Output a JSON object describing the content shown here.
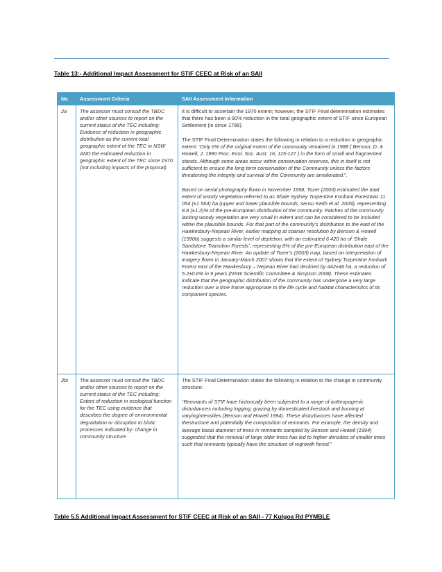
{
  "table13_title": "Table 13:- Additional Impact Assessment for STIF CEEC at Risk of an SAII",
  "columns": {
    "no": "No",
    "criteria": "Assessment Criteria",
    "info": "SAII Assessment Information"
  },
  "rows": [
    {
      "no": "2a",
      "criteria": "The assessor must consult the TBDC and/or other sources to report on the current status of the TEC including: Evidence of reduction in geographic distribution as the current total geographic extent of the TEC in NSW AND the estimated reduction in geographic extent of the TEC since 1970 (not including impacts of the proposal)",
      "p1": "It is difficult to ascertain the 1970 extent; however, the STIF Final determination estimates that there has been a 90% reduction in the total geographic extent of STIF since European Settlement (ie since 1788).",
      "p2_lead": "The STIF Final Determination states the following in relation to a reduction in geographic extent: ‘",
      "p2_italic": "Only 6% of the original extent of the community remained in 1988 ( Benson, D. & Howell, J. 1990 Proc. Ecol. Soc. Aust. 16, 115-127 ) in the form of small and fragmented stands. Although some areas occur within conservation reserves, this in itself is not sufficient to ensure the long term conservation of the Community unless the factors threatening the integrity and survival of the Community are ameliorated",
      "p2_tail": ".”.",
      "p3": "Based on aerial photography flown in November 1998, Tozer (2003) estimated the total extent of woody vegetation referred to as Shale Sydney Turpentine Ironbark Forestwas 11 054 (±1 564) ha (upper and lower plausible bounds, sensu Keith et al. 2009), representing 8.8 (±1.2)% of the pre-European distribution of the community. Patches of the community lacking woody vegetation are very small in extent and can be considered to be included within the plausible bounds. For that part of the community’s distribution to the east of the Hawkesbury-Nepean River, earlier mapping at coarser resolution by Benson & Howell (1990b) suggests a similar level of depletion, with an estimated 6 420 ha of ‘Shale Sandstone Transition Forests’, representing 6% of the pre-European distribution east of the Hawkesbury-Nepean River. An update of Tozer’s (2003) map, based on interpretation of imagery flown in January-March 2007 shows that the extent of Sydney Turpentine Ironbark Forest east of the Hawkesbury – Nepean River had declined by 442±46 ha, a reduction of 5.2±0.6% in 9 years (NSW Scientific Committee & Simpson 2008). These estimates indicate that the geographic distribution of the community has undergone a very large reduction over a time frame appropriate to the life cycle and habitat characteristics of its component species."
    },
    {
      "no": "2bi",
      "criteria": "The assessor must consult the TBDC and/or other sources to report on the current status of the TEC including: Extent of reduction in ecological function for the TEC using evidence that describes the degree of environmental degradation or disruption to biotic processes indicated by: change in community structure",
      "p1": "The STIF Final Determination states the following in relation to the change in community structure:",
      "p2_lead": "“",
      "p2_italic": "Remnants of STIF have historically been subjected to a range of anthropogenic disturbances including logging, grazing by domesticated livestock and burning at varyingintensities (Benson and Howell 1994). These disturbances have affected thestructure and potentially the composition of remnants. For example, the density and average basal diameter of trees in remnants sampled by Benson and Howell (1994) suggested that the removal of large older trees has led to higher densities of smaller trees such that remnants typically have the structure of regrowth forest.",
      "p2_tail": "”"
    }
  ],
  "table55_title": "Table 5.5 Additional Impact Assessment for STIF CEEC at Risk of an SAII - 77 Kulgoa Rd PYMBLE",
  "colors": {
    "header_bg": "#4ba0c6",
    "rule": "#5b8fc7",
    "border": "#4ba0c6"
  }
}
